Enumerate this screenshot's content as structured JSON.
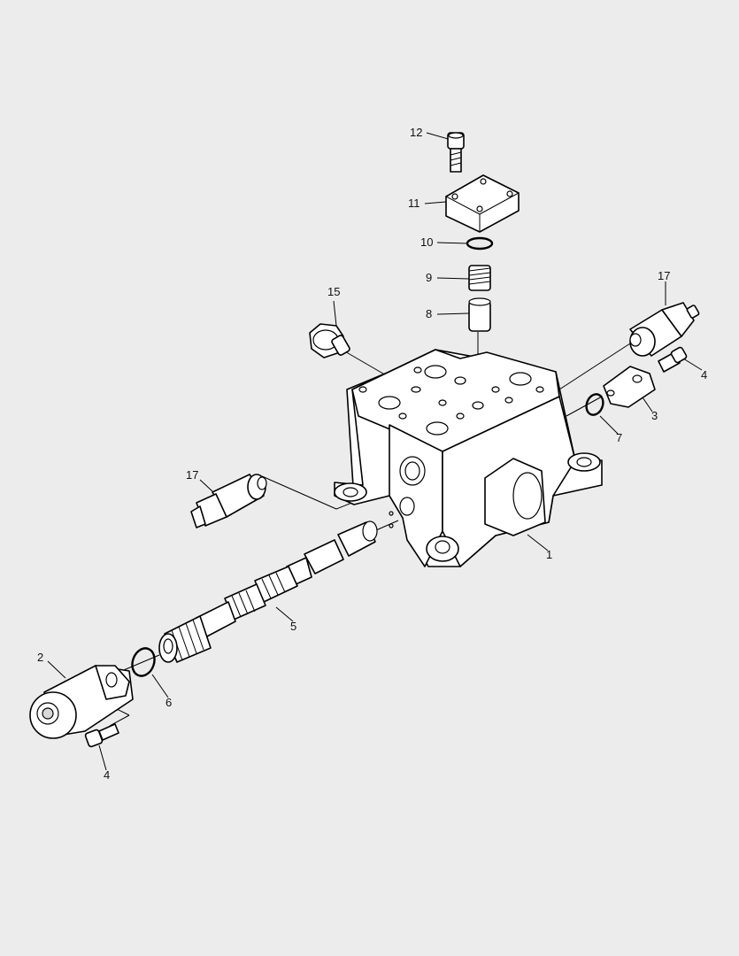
{
  "callouts": [
    {
      "id": "c12",
      "text": "12"
    },
    {
      "id": "c11",
      "text": "11"
    },
    {
      "id": "c10",
      "text": "10"
    },
    {
      "id": "c9",
      "text": "9"
    },
    {
      "id": "c8",
      "text": "8"
    },
    {
      "id": "c15",
      "text": "15"
    },
    {
      "id": "c17a",
      "text": "17"
    },
    {
      "id": "c4a",
      "text": "4"
    },
    {
      "id": "c3",
      "text": "3"
    },
    {
      "id": "c7",
      "text": "7"
    },
    {
      "id": "c17b",
      "text": "17"
    },
    {
      "id": "c1",
      "text": "1"
    },
    {
      "id": "c5",
      "text": "5"
    },
    {
      "id": "c2",
      "text": "2"
    },
    {
      "id": "c6",
      "text": "6"
    },
    {
      "id": "c4b",
      "text": "4"
    }
  ],
  "colors": {
    "background": "#ececec",
    "line": "#000000",
    "part_fill": "#ffffff"
  }
}
